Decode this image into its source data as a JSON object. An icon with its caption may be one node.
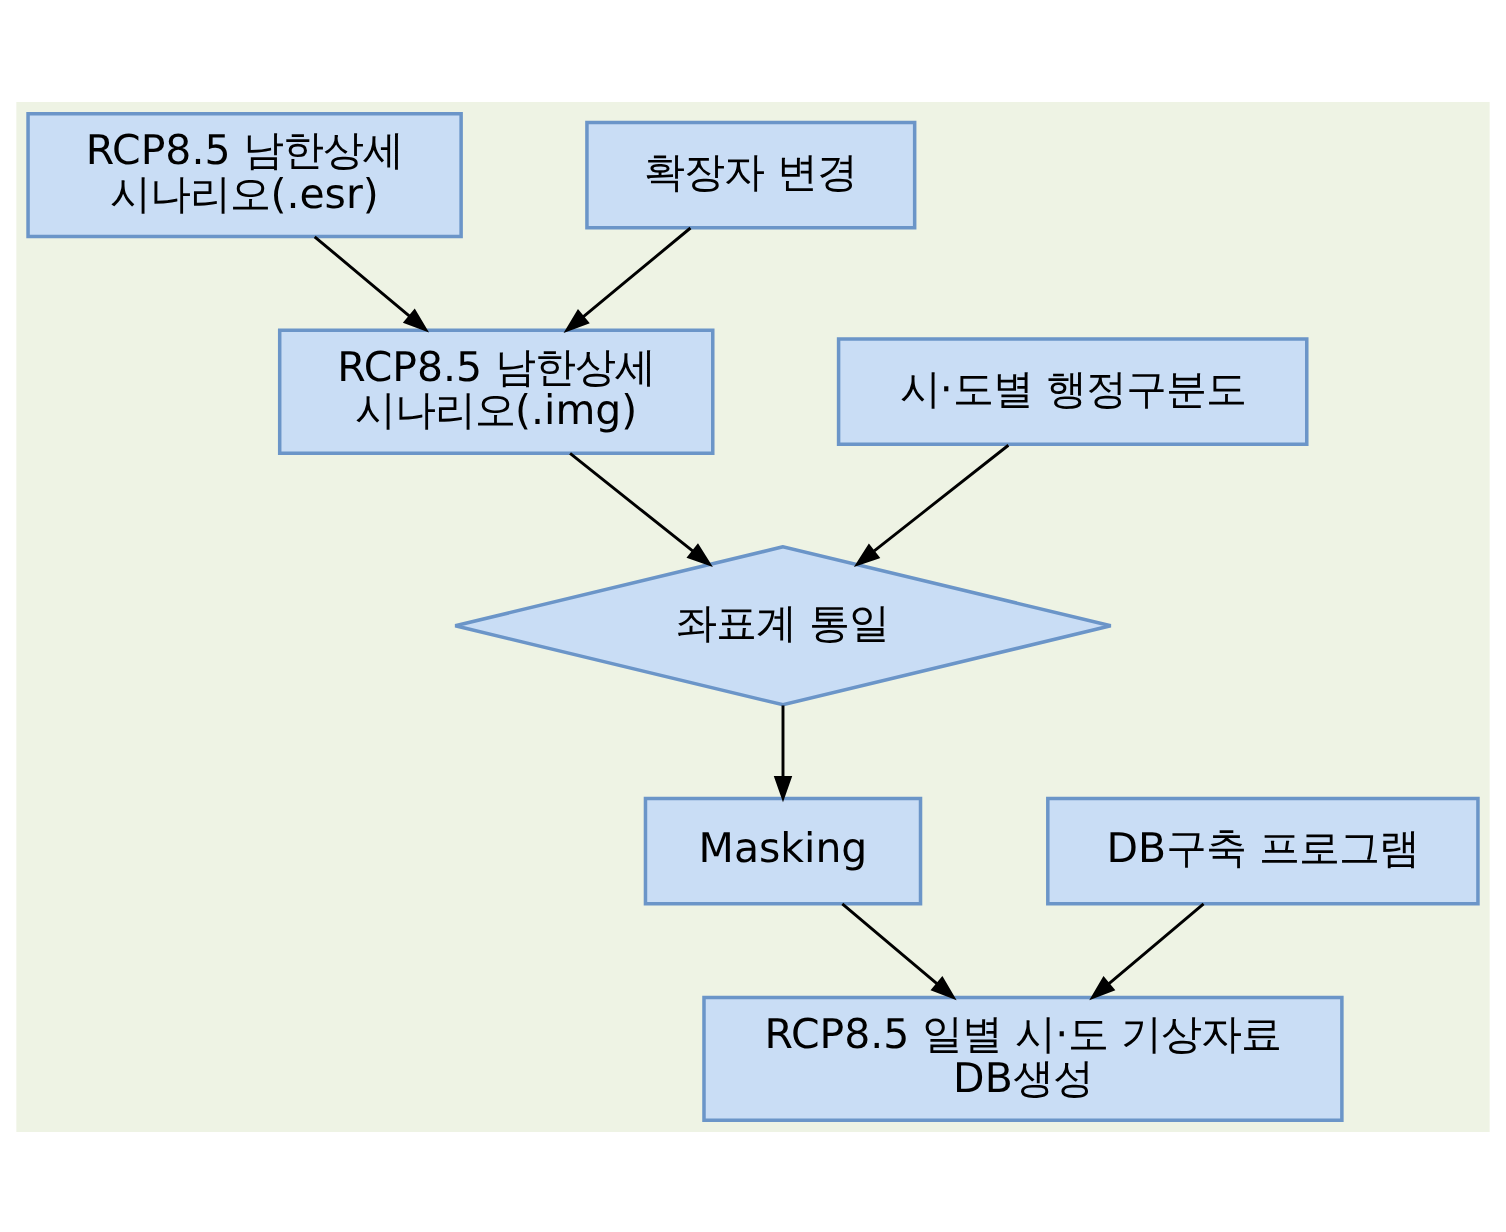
{
  "diagram": {
    "nodes": [
      {
        "text": [
          "RCP8.5 남한상세 시나리오(.esr)"
        ]
      },
      {
        "text": [
          "확장자 변경"
        ]
      },
      {
        "text": [
          "RCP8.5 남한상세 시나리오(.img)"
        ]
      },
      {
        "text": [
          "시·도별 행정구분도"
        ]
      },
      {
        "text": [
          "좌표계 통일"
        ]
      },
      {
        "text": [
          "Masking"
        ]
      },
      {
        "text": [
          "DB구축 프로그램"
        ]
      },
      {
        "text": [
          "RCP8.5 일별 시·도 기상자료 DB생성"
        ]
      }
    ],
    "edges": [
      {
        "from": 0,
        "to": 2,
        "arrow": "to"
      },
      {
        "from": 1,
        "to": 2,
        "arrow": "to"
      },
      {
        "from": 2,
        "to": 4,
        "arrow": "to"
      },
      {
        "from": 3,
        "to": 4,
        "arrow": "to"
      },
      {
        "from": 4,
        "to": 5,
        "arrow": "to"
      },
      {
        "from": 5,
        "to": 7,
        "arrow": "to"
      },
      {
        "from": 6,
        "to": 7,
        "arrow": "to"
      }
    ]
  }
}
